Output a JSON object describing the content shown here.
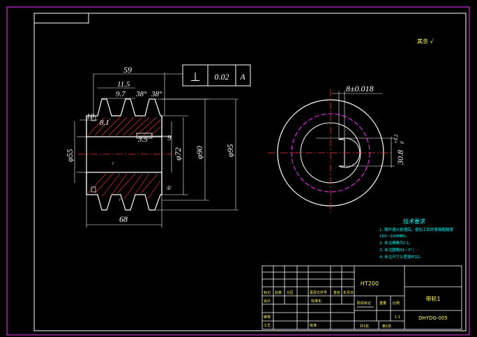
{
  "part": {
    "dimensions": {
      "width_59": "59",
      "d_11_5": "11.5",
      "d_9_7": "9.7",
      "angle_1": "38°",
      "angle_2": "38°",
      "d_10": "10",
      "d_8_1": "8.1",
      "d_3_5": "3.5",
      "d_9": "9",
      "phi_55": "φ55",
      "phi_72": "φ72",
      "phi_90": "φ90",
      "phi_95": "φ95",
      "length_68": "68",
      "keyway_width": "8±0.018",
      "keyway_depth": "30.8",
      "keyway_tol_upper": "+0.2",
      "keyway_tol_lower": "0",
      "balloon": "①"
    },
    "tolerance_frame": {
      "symbol": "⊥",
      "value": "0.02",
      "datum": "A"
    },
    "roughness_note": "其余 √"
  },
  "notes": {
    "title": "技术要求",
    "items": [
      "1. 铸件退火处理后，按加工后的表面粗糙度",
      "   150~200HBS。",
      "2. 未注倒角为C1。",
      "3. 未注圆角R1~3°；",
      "4. 未注尺寸公差按IT12。"
    ]
  },
  "title_block": {
    "material": "HT200",
    "part_name": "带轮1",
    "drawing_no": "DHYDG-005",
    "scale": "1:1",
    "labels": {
      "mark": "标记",
      "count": "处数",
      "zone": "分区",
      "change_doc": "更改文件号",
      "signature": "签名",
      "date": "年月日",
      "designer": "设计",
      "standardization": "标准化",
      "stage_mark": "阶段标记",
      "weight": "重量",
      "scale_label": "比例",
      "review": "审核",
      "process": "工艺",
      "approve": "批准",
      "sheets_total": "共1张",
      "sheet_no": "第1张"
    }
  }
}
